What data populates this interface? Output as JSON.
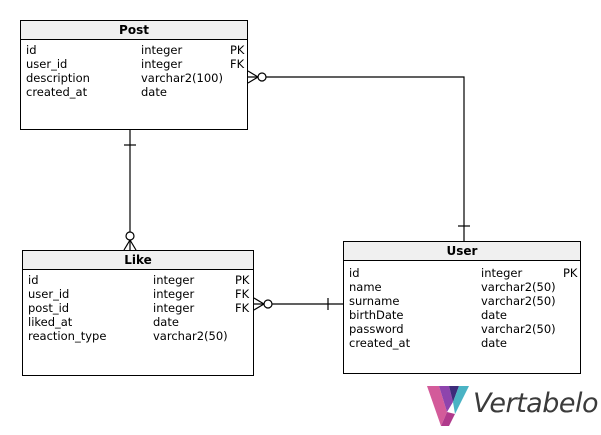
{
  "tables": {
    "post": {
      "name": "Post",
      "columns": [
        {
          "name": "id",
          "type": "integer",
          "key": "PK"
        },
        {
          "name": "user_id",
          "type": "integer",
          "key": "FK"
        },
        {
          "name": "description",
          "type": "varchar2(100)",
          "key": ""
        },
        {
          "name": "created_at",
          "type": "date",
          "key": ""
        }
      ]
    },
    "like": {
      "name": "Like",
      "columns": [
        {
          "name": "id",
          "type": "integer",
          "key": "PK"
        },
        {
          "name": "user_id",
          "type": "integer",
          "key": "FK"
        },
        {
          "name": "post_id",
          "type": "integer",
          "key": "FK"
        },
        {
          "name": "liked_at",
          "type": "date",
          "key": ""
        },
        {
          "name": "reaction_type",
          "type": "varchar2(50)",
          "key": ""
        }
      ]
    },
    "user": {
      "name": "User",
      "columns": [
        {
          "name": "id",
          "type": "integer",
          "key": "PK"
        },
        {
          "name": "name",
          "type": "varchar2(50)",
          "key": ""
        },
        {
          "name": "surname",
          "type": "varchar2(50)",
          "key": ""
        },
        {
          "name": "birthDate",
          "type": "date",
          "key": ""
        },
        {
          "name": "password",
          "type": "varchar2(50)",
          "key": ""
        },
        {
          "name": "created_at",
          "type": "date",
          "key": ""
        }
      ]
    }
  },
  "relationships": [
    {
      "from": "User",
      "to": "Post",
      "from_cardinality": "one",
      "to_cardinality": "zero-or-many"
    },
    {
      "from": "Post",
      "to": "Like",
      "from_cardinality": "one",
      "to_cardinality": "zero-or-many"
    },
    {
      "from": "User",
      "to": "Like",
      "from_cardinality": "one",
      "to_cardinality": "zero-or-many"
    }
  ],
  "logo": {
    "text": "Vertabelo",
    "colors": [
      "#3d2b7a",
      "#8e44ad",
      "#d35b9a",
      "#4ab3c4"
    ]
  }
}
